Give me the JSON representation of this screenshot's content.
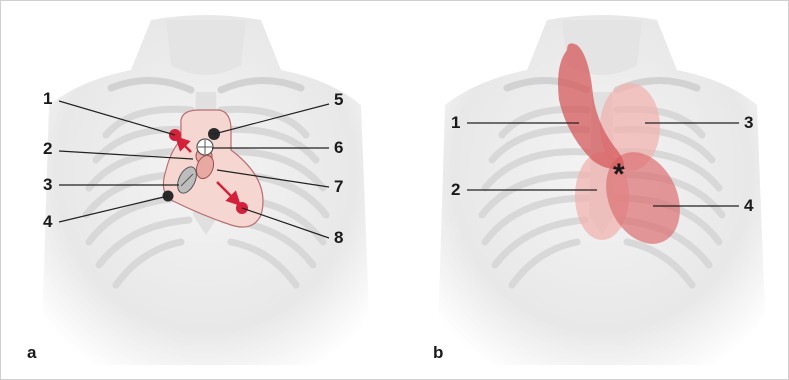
{
  "panel_a": {
    "letter": "a",
    "callouts": [
      "1",
      "2",
      "3",
      "4",
      "5",
      "6",
      "7",
      "8"
    ]
  },
  "panel_b": {
    "letter": "b",
    "callouts": [
      "1",
      "2",
      "3",
      "4"
    ],
    "marker": "*"
  },
  "colors": {
    "torso": "#ececec",
    "heart": "#f6d6d0",
    "red_dot": "#d4213a",
    "dark_dot": "#2a2a2a",
    "zone": "#d65a5c"
  }
}
